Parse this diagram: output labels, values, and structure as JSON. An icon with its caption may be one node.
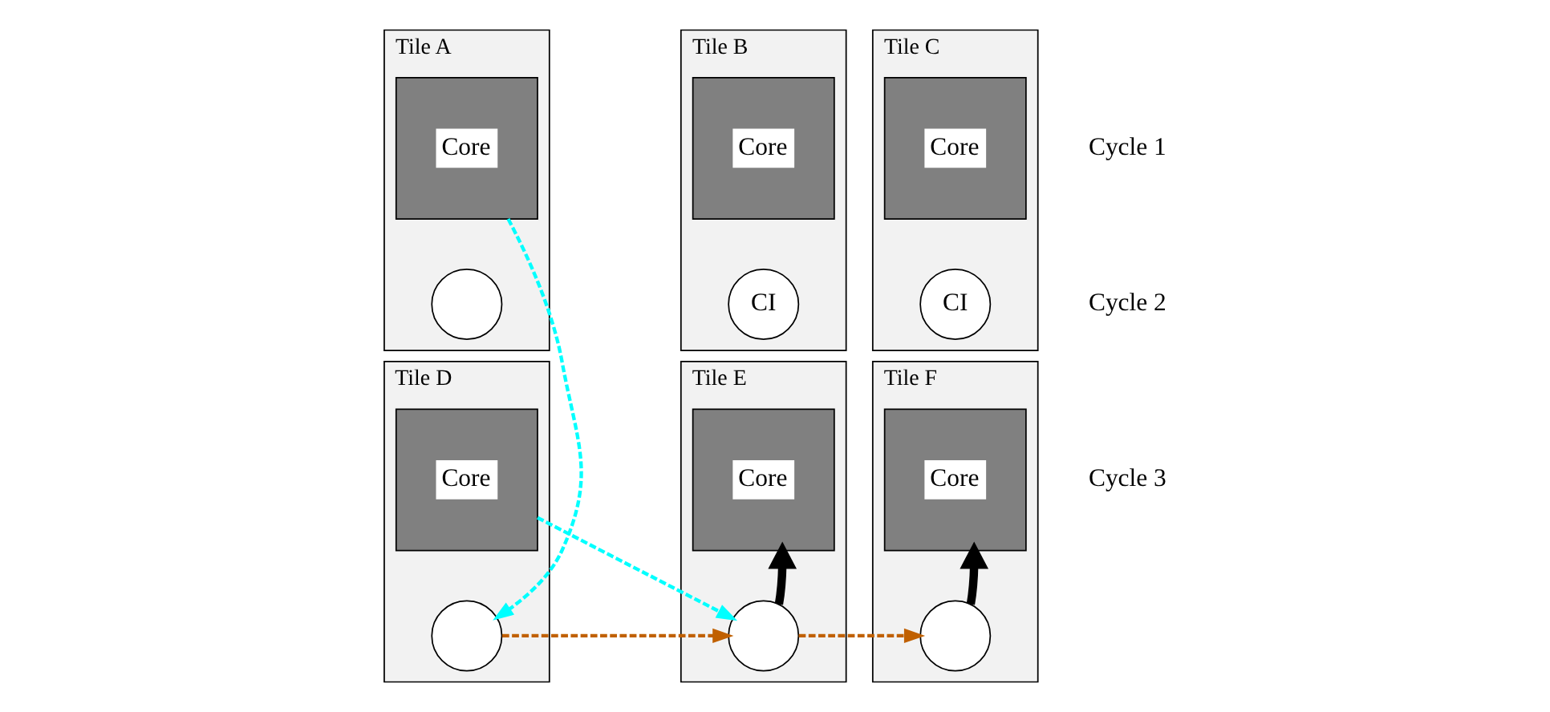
{
  "diagram": {
    "nodes": [
      {
        "text": [
          "Tile A"
        ]
      },
      {
        "text": [
          "Core"
        ],
        "in": 0
      },
      {
        "text": [],
        "shape": "circle",
        "in": 0
      },
      {
        "text": [
          "Tile B"
        ]
      },
      {
        "text": [
          "Core"
        ],
        "in": 3
      },
      {
        "text": [
          "CI"
        ],
        "in": 3
      },
      {
        "text": [
          "Tile C"
        ]
      },
      {
        "text": [
          "Core"
        ],
        "in": 6
      },
      {
        "text": [
          "CI"
        ],
        "in": 6
      },
      {
        "text": [
          "Tile D"
        ]
      },
      {
        "text": [
          "Core"
        ],
        "in": 9
      },
      {
        "text": [],
        "shape": "circle",
        "in": 9
      },
      {
        "text": [
          "Tile E"
        ]
      },
      {
        "text": [
          "Core"
        ],
        "in": 12
      },
      {
        "text": [],
        "shape": "circle",
        "in": 12
      },
      {
        "text": [
          "Tile F"
        ]
      },
      {
        "text": [
          "Core"
        ],
        "in": 15
      },
      {
        "text": [],
        "shape": "circle",
        "in": 15
      }
    ],
    "edges": [
      {
        "from": 1,
        "to": 11,
        "arrow": "to",
        "style": "dashed",
        "color": "#00ffff"
      },
      {
        "from": 10,
        "to": 14,
        "arrow": "to",
        "style": "dashed",
        "color": "#00ffff"
      },
      {
        "from": 11,
        "to": 14,
        "arrow": "to",
        "style": "dashed",
        "color": "#c06000"
      },
      {
        "from": 14,
        "to": 17,
        "arrow": "to",
        "style": "dashed",
        "color": "#c06000"
      },
      {
        "from": 14,
        "to": 13,
        "arrow": "to",
        "style": "thick",
        "color": "#000000"
      },
      {
        "from": 17,
        "to": 16,
        "arrow": "to",
        "style": "thick",
        "color": "#000000"
      }
    ],
    "legend": [
      {
        "text": "Cycle 1"
      },
      {
        "text": "Cycle 2"
      },
      {
        "text": "Cycle 3"
      }
    ]
  }
}
